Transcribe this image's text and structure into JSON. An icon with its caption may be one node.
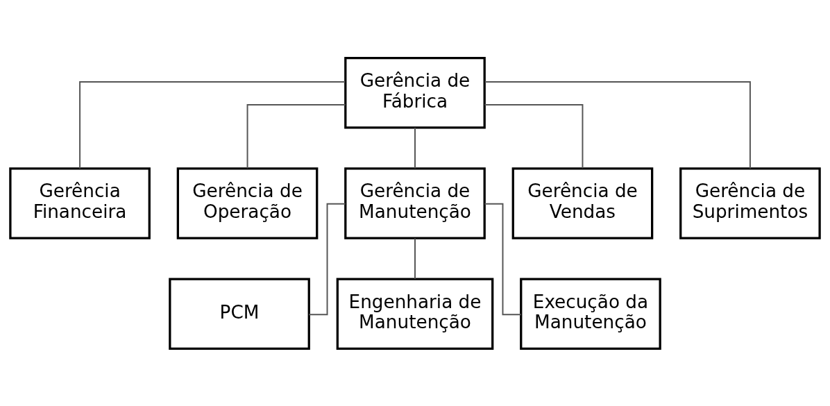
{
  "diagram": {
    "nodes": [
      {
        "text": [
          "Gerência de Fábrica"
        ]
      },
      {
        "text": [
          "Gerência Financeira"
        ]
      },
      {
        "text": [
          "Gerência de Operação"
        ]
      },
      {
        "text": [
          "Gerência de Manutenção"
        ]
      },
      {
        "text": [
          "Gerência de Vendas"
        ]
      },
      {
        "text": [
          "Gerência de Suprimentos"
        ]
      },
      {
        "text": [
          "PCM"
        ]
      },
      {
        "text": [
          "Engenharia de Manutenção"
        ]
      },
      {
        "text": [
          "Execução da Manutenção"
        ]
      }
    ],
    "edges": [
      {
        "from": 0,
        "to": 1,
        "arrow": "none"
      },
      {
        "from": 0,
        "to": 2,
        "arrow": "none"
      },
      {
        "from": 0,
        "to": 3,
        "arrow": "none"
      },
      {
        "from": 0,
        "to": 4,
        "arrow": "none"
      },
      {
        "from": 0,
        "to": 5,
        "arrow": "none"
      },
      {
        "from": 3,
        "to": 6,
        "arrow": "none"
      },
      {
        "from": 3,
        "to": 7,
        "arrow": "none"
      },
      {
        "from": 3,
        "to": 8,
        "arrow": "none"
      }
    ]
  }
}
